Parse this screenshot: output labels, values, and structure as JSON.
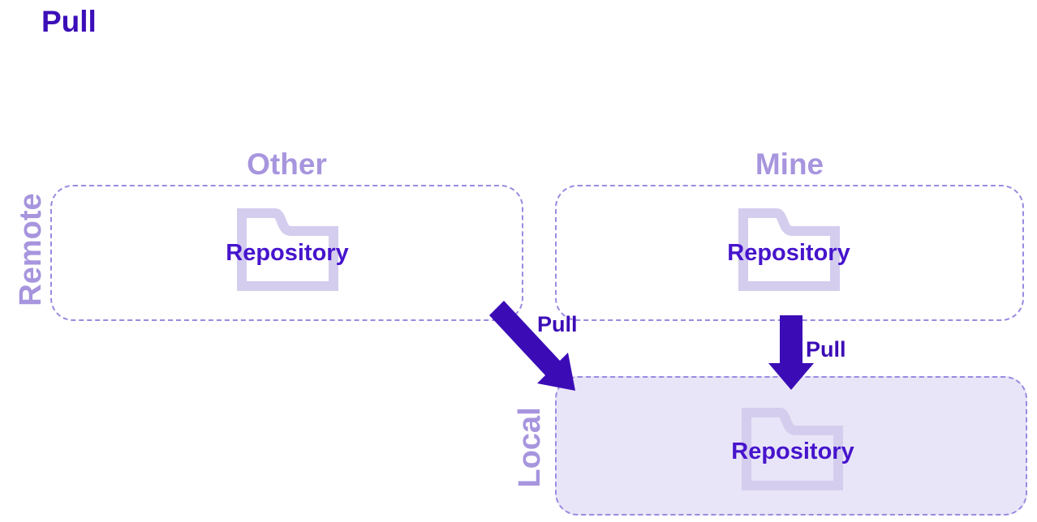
{
  "title": "Pull",
  "rows": {
    "remote_label": "Remote",
    "local_label": "Local"
  },
  "boxes": {
    "other": {
      "heading": "Other",
      "repository_label": "Repository"
    },
    "mine": {
      "heading": "Mine",
      "repository_label": "Repository"
    },
    "local": {
      "repository_label": "Repository"
    }
  },
  "arrows": {
    "diagonal": {
      "label": "Pull",
      "from": "Other remote repository",
      "to": "Local repository"
    },
    "vertical": {
      "label": "Pull",
      "from": "Mine remote repository",
      "to": "Local repository"
    }
  },
  "icons": {
    "folder": "folder-icon"
  },
  "colors": {
    "title_text": "#3c0eb8",
    "arrow_fill": "#3b0cb6",
    "repository_text": "#4614cc",
    "lavender_text": "#a795de",
    "box_border": "#9b8ae0",
    "folder_outline": "#d4cdee",
    "local_box_fill": "#e9e5f8",
    "background": "#ffffff"
  }
}
